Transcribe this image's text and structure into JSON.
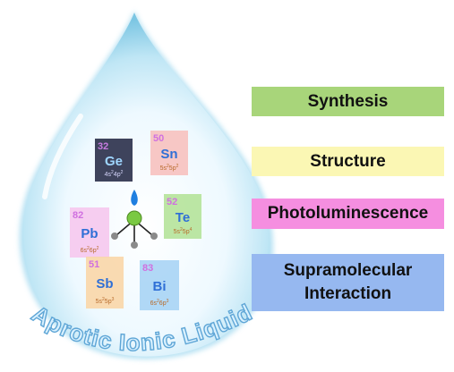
{
  "drop": {
    "caption": "Aprotic Ionic Liquid",
    "fill_light": "#f4fbff",
    "fill_dark": "#8fcfe8"
  },
  "elements": [
    {
      "key": "ge",
      "number": "32",
      "symbol": "Ge",
      "config": [
        "4s",
        "2",
        "4p",
        "2"
      ],
      "color": "#2a2f4a",
      "num_color": "#c67be0",
      "sym_color": "#9fd6ff",
      "cfg_color": "#d8d8ff"
    },
    {
      "key": "sn",
      "number": "50",
      "symbol": "Sn",
      "config": [
        "5s",
        "2",
        "5p",
        "2"
      ],
      "color": "#f7c1bf",
      "num_color": "#d070e0",
      "sym_color": "#2f6fd6",
      "cfg_color": "#b86a2a"
    },
    {
      "key": "pb",
      "number": "82",
      "symbol": "Pb",
      "config": [
        "6s",
        "2",
        "6p",
        "2"
      ],
      "color": "#f6c8ee",
      "num_color": "#d070e0",
      "sym_color": "#2f6fd6",
      "cfg_color": "#b86a2a"
    },
    {
      "key": "te",
      "number": "52",
      "symbol": "Te",
      "config": [
        "5s",
        "2",
        "5p",
        "4"
      ],
      "color": "#b5e39a",
      "num_color": "#d070e0",
      "sym_color": "#2f6fd6",
      "cfg_color": "#b86a2a"
    },
    {
      "key": "sb",
      "number": "51",
      "symbol": "Sb",
      "config": [
        "5s",
        "2",
        "5p",
        "3"
      ],
      "color": "#f9d6a9",
      "num_color": "#d070e0",
      "sym_color": "#2f6fd6",
      "cfg_color": "#b86a2a"
    },
    {
      "key": "bi",
      "number": "83",
      "symbol": "Bi",
      "config": [
        "6s",
        "2",
        "6p",
        "3"
      ],
      "color": "#a9d4f5",
      "num_color": "#d070e0",
      "sym_color": "#2f6fd6",
      "cfg_color": "#b86a2a"
    }
  ],
  "molecule": {
    "center_color": "#7ac943",
    "lone_pair_color": "#1f7fe0",
    "ligand_color": "#8a8a8a"
  },
  "labels": [
    {
      "key": "synthesis",
      "text": "Synthesis",
      "color": "#a8d57a"
    },
    {
      "key": "structure",
      "text": "Structure",
      "color": "#fbf7b4"
    },
    {
      "key": "photolum",
      "text": "Photoluminescence",
      "color": "#f58ee0"
    },
    {
      "key": "supra",
      "line1": "Supramolecular",
      "line2": "Interaction",
      "color": "#96b8f0"
    }
  ]
}
